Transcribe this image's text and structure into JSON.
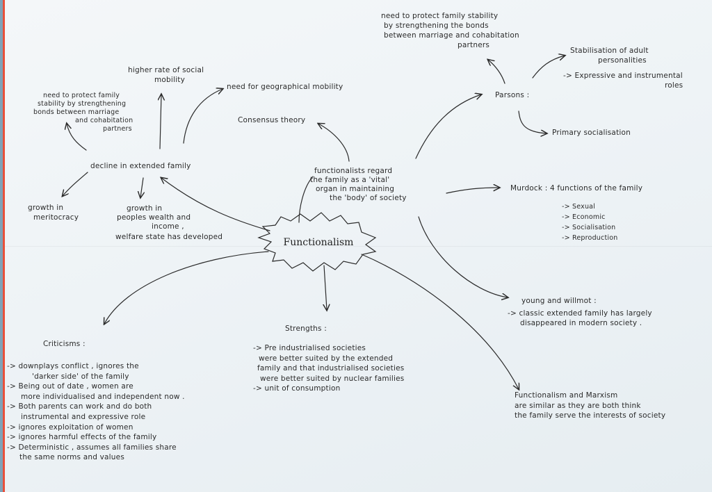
{
  "center": "Functionalism",
  "nodes": {
    "topright_note": [
      "need to protect family stability",
      "by strengthening the bonds",
      "between marriage and cohabitation",
      "partners"
    ],
    "parsons": "Parsons :",
    "parsons_1": [
      "Stabilisation of adult",
      "personalities"
    ],
    "parsons_2": [
      "-> Expressive and instrumental",
      "roles"
    ],
    "parsons_3": "Primary socialisation",
    "higher_rate": [
      "higher rate of social",
      "mobility"
    ],
    "need_geo": "need for geographical mobility",
    "left_note": [
      "need to protect family",
      "stability by strengthening",
      "bonds between marriage",
      "and cohabitation",
      "partners"
    ],
    "consensus": "Consensus theory",
    "vital": [
      "functionalists regard",
      "the family as a 'vital'",
      "organ in maintaining",
      "the 'body' of society"
    ],
    "decline": "decline in extended family",
    "meritocracy": [
      "growth in",
      "meritocracy"
    ],
    "wealth": [
      "growth in",
      "peoples wealth and",
      "income ,"
    ],
    "welfare": "welfare state has developed",
    "murdock": "Murdock :  4 functions of the family",
    "murdock_list": [
      "-> Sexual",
      "-> Economic",
      "-> Socialisation",
      "-> Reproduction"
    ],
    "young": "young and willmot :",
    "young_note": [
      "-> classic extended family has largely",
      "disappeared in modern society ."
    ],
    "criticisms_title": "Criticisms :",
    "criticisms": [
      "-> downplays conflict , ignores the",
      "'darker side' of the family",
      "-> Being out of date , women are",
      "more individualised and independent now .",
      "-> Both parents can work and do both",
      "instrumental and expressive role",
      "-> ignores exploitation of women",
      "-> ignores harmful effects of the family",
      "-> Deterministic , assumes all families share",
      "the same norms and values"
    ],
    "strengths_title": "Strengths :",
    "strengths": [
      "-> Pre industrialised societies",
      "were better suited by the extended",
      "family and that industrialised societies",
      "were better suited by nuclear families",
      "-> unit of consumption"
    ],
    "marxism": [
      "Functionalism and Marxism",
      "are similar as they are both think",
      "the family serve the interests of society"
    ]
  }
}
